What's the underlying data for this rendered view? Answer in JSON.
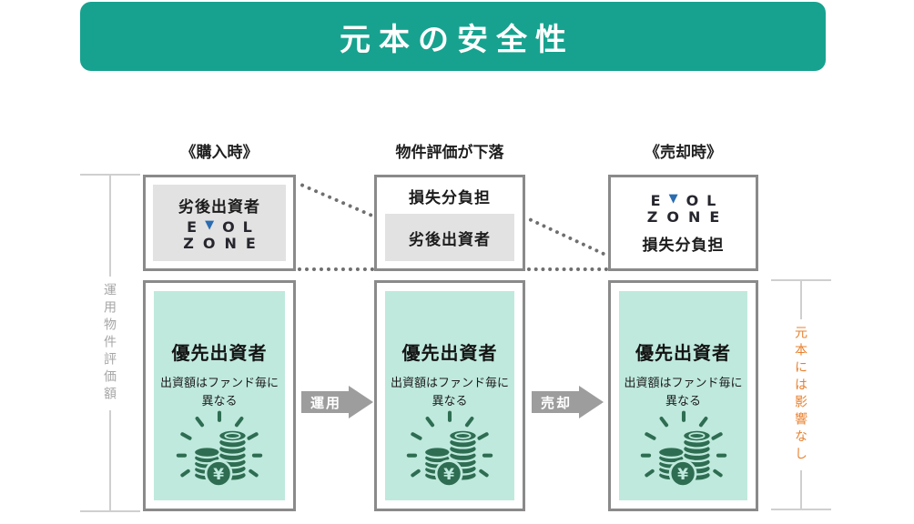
{
  "title": "元本の安全性",
  "colors": {
    "banner_teal": "#17a28f",
    "mint_panel": "#bfe9dd",
    "gray_panel": "#e2e2e2",
    "box_border": "#8a8a8a",
    "coin_green": "#2e6d52",
    "arrow_gray": "#9d9d9d",
    "axis_orange": "#e8802e",
    "logo_blue": "#2b6cb0"
  },
  "logo": {
    "name": "EVOL ZONE",
    "l1a": "E",
    "v": "▼",
    "l1b": "O",
    "l1c": "L",
    "line2": "ZONE"
  },
  "left_axis": {
    "label": "運用物件評価額"
  },
  "right_axis": {
    "label": "元本には影響なし"
  },
  "columns": [
    {
      "header": "《購入時》",
      "top": {
        "investor": "劣後出資者"
      },
      "bottom": {
        "investor": "優先出資者",
        "note": "出資額はファンド毎に異なる"
      }
    },
    {
      "header": "物件評価が下落",
      "top": {
        "loss": "損失分負担",
        "investor": "劣後出資者"
      },
      "bottom": {
        "investor": "優先出資者",
        "note": "出資額はファンド毎に異なる"
      }
    },
    {
      "header": "《売却時》",
      "top": {
        "loss": "損失分負担"
      },
      "bottom": {
        "investor": "優先出資者",
        "note": "出資額はファンド毎に異なる"
      }
    }
  ],
  "arrows": [
    {
      "label": "運用"
    },
    {
      "label": "売却"
    }
  ],
  "icons": {
    "coins": "coins-yen-icon",
    "triangle": "logo-triangle-icon"
  }
}
